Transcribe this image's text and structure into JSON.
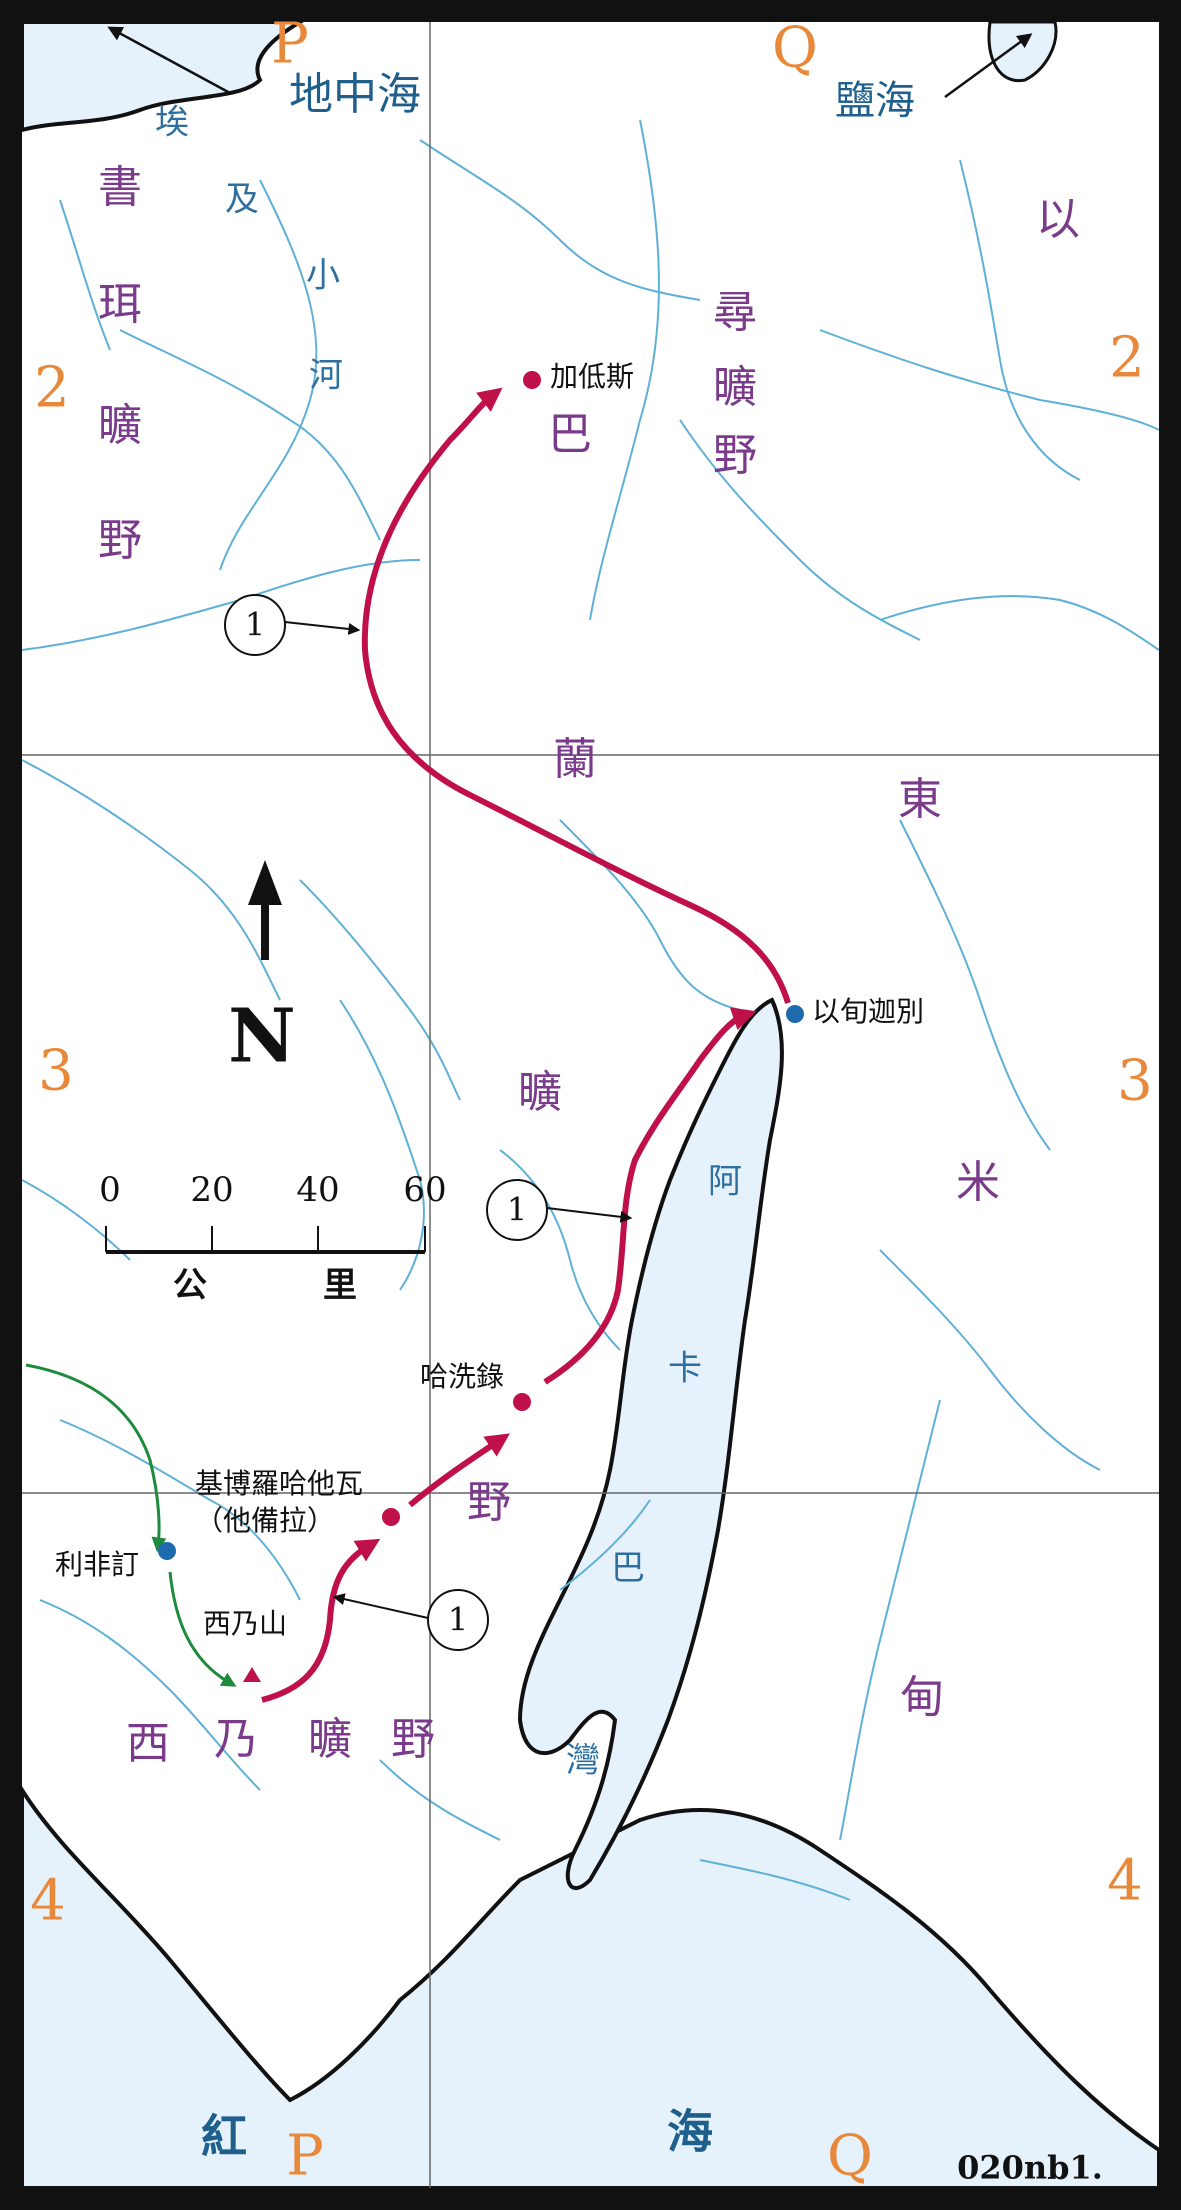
{
  "grid": {
    "columns": [
      "P",
      "Q"
    ],
    "rows": [
      "2",
      "3",
      "4"
    ]
  },
  "water_bodies": {
    "mediterranean": "地中海",
    "dead_sea": "鹽海",
    "red_sea_1": "紅",
    "red_sea_2": "海",
    "gulf_aqaba": [
      "阿",
      "卡",
      "巴",
      "灣"
    ],
    "brook_egypt": [
      "埃",
      "及",
      "小",
      "河"
    ]
  },
  "regions": {
    "shur": [
      "書",
      "珥",
      "曠",
      "野"
    ],
    "zin": [
      "尋",
      "曠",
      "野"
    ],
    "paran": [
      "巴",
      "蘭",
      "曠",
      "野"
    ],
    "sinai": [
      "西",
      "乃",
      "曠",
      "野"
    ],
    "edom": [
      "以",
      "東"
    ],
    "midian": [
      "米",
      "甸"
    ]
  },
  "places": {
    "kadesh": "加低斯",
    "ezion_geber": "以旬迦別",
    "hazeroth": "哈洗錄",
    "kibroth_1": "基博羅哈他瓦",
    "kibroth_2": "（他備拉）",
    "rephidim": "利非訂",
    "mount_sinai": "西乃山"
  },
  "route_label": "1",
  "north_label": "N",
  "scale": {
    "ticks": [
      "0",
      "20",
      "40",
      "60"
    ],
    "unit_1": "公",
    "unit_2": "里"
  },
  "map_code": "020nb1.",
  "colors": {
    "route": "#c0104a",
    "secondary_route": "#1e8a3c",
    "water_fill": "#e6f2fb",
    "rivers": "#5fb0d6",
    "grid_labels": "#e8883a",
    "region_text": "#7a3b8b",
    "water_text": "#2f6f9f",
    "place_dot_red": "#c0104a",
    "place_dot_blue": "#1f6aad"
  }
}
